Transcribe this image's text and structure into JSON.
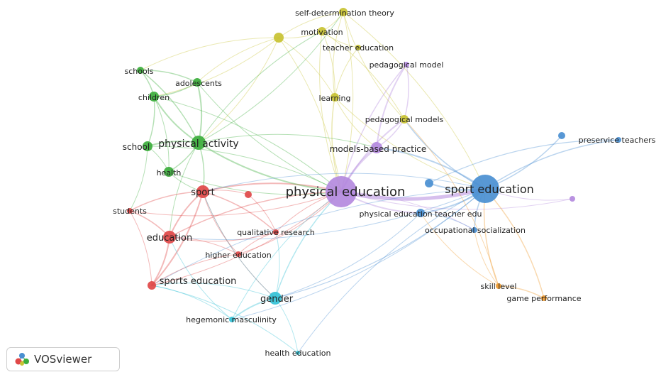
{
  "title": "VOSviewer co-occurrence network",
  "logo_label": "VOSviewer",
  "colors": {
    "red": "#e04848",
    "green": "#3cae3c",
    "blue": "#4a8fd1",
    "yellow": "#c8c232",
    "purple": "#b48ade",
    "cyan": "#33c1d6",
    "orange": "#ef9a2f"
  },
  "clusters": [
    {
      "id": "red",
      "color": "#e04848",
      "terms": [
        "sport",
        "students",
        "education",
        "qualitative research",
        "higher education",
        "sports education"
      ]
    },
    {
      "id": "green",
      "color": "#3cae3c",
      "terms": [
        "schools",
        "adolescents",
        "children",
        "school",
        "physical activity",
        "health"
      ]
    },
    {
      "id": "blue",
      "color": "#4a8fd1",
      "terms": [
        "sport education",
        "preservice teachers",
        "physical education teacher edu",
        "occupational socialization"
      ]
    },
    {
      "id": "yellow",
      "color": "#c8c232",
      "terms": [
        "self-determination theory",
        "motivation",
        "teacher education",
        "learning",
        "pedagogical models"
      ]
    },
    {
      "id": "purple",
      "color": "#b48ade",
      "terms": [
        "physical education",
        "models-based practice",
        "pedagogical model"
      ]
    },
    {
      "id": "cyan",
      "color": "#33c1d6",
      "terms": [
        "gender",
        "hegemonic masculinity",
        "health education"
      ]
    },
    {
      "id": "orange",
      "color": "#ef9a2f",
      "terms": [
        "skill level",
        "game performance"
      ]
    }
  ],
  "nodes": [
    {
      "id": "pe",
      "label": "physical education",
      "cluster": "purple",
      "weight": 5
    },
    {
      "id": "se",
      "label": "sport education",
      "cluster": "blue",
      "weight": 5
    },
    {
      "id": "pa",
      "label": "physical activity",
      "cluster": "green",
      "weight": 3
    },
    {
      "id": "sport",
      "label": "sport",
      "cluster": "red",
      "weight": 3
    },
    {
      "id": "education",
      "label": "education",
      "cluster": "red",
      "weight": 3
    },
    {
      "id": "spe",
      "label": "sports education",
      "cluster": "red",
      "weight": 3
    },
    {
      "id": "gender",
      "label": "gender",
      "cluster": "cyan",
      "weight": 3
    },
    {
      "id": "mbp",
      "label": "models-based practice",
      "cluster": "purple",
      "weight": 3
    },
    {
      "id": "sdt",
      "label": "self-determination theory",
      "cluster": "yellow",
      "weight": 2
    },
    {
      "id": "motivation",
      "label": "motivation",
      "cluster": "yellow",
      "weight": 2
    },
    {
      "id": "ted",
      "label": "teacher education",
      "cluster": "yellow",
      "weight": 1
    },
    {
      "id": "learning",
      "label": "learning",
      "cluster": "yellow",
      "weight": 2
    },
    {
      "id": "pms",
      "label": "pedagogical models",
      "cluster": "yellow",
      "weight": 2
    },
    {
      "id": "pm",
      "label": "pedagogical model",
      "cluster": "purple",
      "weight": 1
    },
    {
      "id": "schools",
      "label": "schools",
      "cluster": "green",
      "weight": 1
    },
    {
      "id": "adolescents",
      "label": "adolescents",
      "cluster": "green",
      "weight": 2
    },
    {
      "id": "children",
      "label": "children",
      "cluster": "green",
      "weight": 2
    },
    {
      "id": "school",
      "label": "school",
      "cluster": "green",
      "weight": 2
    },
    {
      "id": "health",
      "label": "health",
      "cluster": "green",
      "weight": 2
    },
    {
      "id": "students",
      "label": "students",
      "cluster": "red",
      "weight": 1
    },
    {
      "id": "qr",
      "label": "qualitative research",
      "cluster": "red",
      "weight": 1
    },
    {
      "id": "he",
      "label": "higher education",
      "cluster": "red",
      "weight": 1
    },
    {
      "id": "hm",
      "label": "hegemonic masculinity",
      "cluster": "cyan",
      "weight": 1
    },
    {
      "id": "hed",
      "label": "health education",
      "cluster": "cyan",
      "weight": 1
    },
    {
      "id": "pete",
      "label": "physical education teacher edu",
      "cluster": "blue",
      "weight": 2
    },
    {
      "id": "os",
      "label": "occupational socialization",
      "cluster": "blue",
      "weight": 1
    },
    {
      "id": "pst",
      "label": "preservice teachers",
      "cluster": "blue",
      "weight": 1
    },
    {
      "id": "skill",
      "label": "skill level",
      "cluster": "orange",
      "weight": 1
    },
    {
      "id": "game",
      "label": "game performance",
      "cluster": "orange",
      "weight": 1
    },
    {
      "id": "y1",
      "label": "",
      "cluster": "yellow",
      "weight": 2
    },
    {
      "id": "r1",
      "label": "",
      "cluster": "red",
      "weight": 1
    },
    {
      "id": "b1",
      "label": "",
      "cluster": "blue",
      "weight": 1
    },
    {
      "id": "b2",
      "label": "",
      "cluster": "blue",
      "weight": 1
    },
    {
      "id": "p1",
      "label": "",
      "cluster": "purple",
      "weight": 1
    }
  ]
}
